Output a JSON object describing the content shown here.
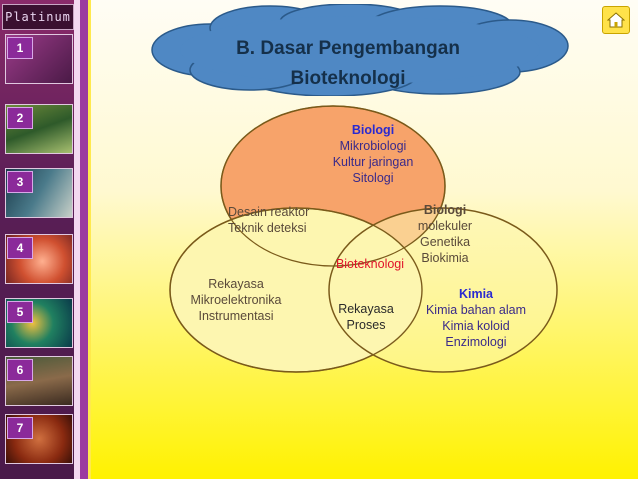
{
  "logo": "Platinum",
  "sidebar": {
    "items": [
      {
        "number": "1"
      },
      {
        "number": "2"
      },
      {
        "number": "3"
      },
      {
        "number": "4"
      },
      {
        "number": "5"
      },
      {
        "number": "6"
      },
      {
        "number": "7"
      }
    ]
  },
  "title": {
    "line1": "B. Dasar Pengembangan",
    "line2": "Bioteknologi"
  },
  "venn": {
    "biologi_top": {
      "heading": "Biologi",
      "lines": [
        "Mikrobiologi",
        "Kultur jaringan",
        "Sitologi"
      ]
    },
    "desain": {
      "lines": [
        "Desain reaktor",
        "Teknik deteksi"
      ]
    },
    "biologi_molekuler": {
      "lines": [
        "Biologi",
        "molekuler",
        "Genetika",
        "Biokimia"
      ]
    },
    "center": "Bioteknologi",
    "rekayasa_left": {
      "lines": [
        "Rekayasa",
        "Mikroelektronika",
        "Instrumentasi"
      ]
    },
    "rekayasa_proses": {
      "lines": [
        "Rekayasa",
        "Proses"
      ]
    },
    "kimia": {
      "heading": "Kimia",
      "lines": [
        "Kimia bahan alam",
        "Kimia koloid",
        "Enzimologi"
      ]
    }
  },
  "colors": {
    "orange_fill": "#f7a36a",
    "yellow_fill": "#fdf6b0",
    "circle_stroke": "#7a5a1a",
    "cloud_fill": "#4f88c4",
    "heading_blue": "#2a2ad0",
    "center_red": "#e0122a"
  }
}
